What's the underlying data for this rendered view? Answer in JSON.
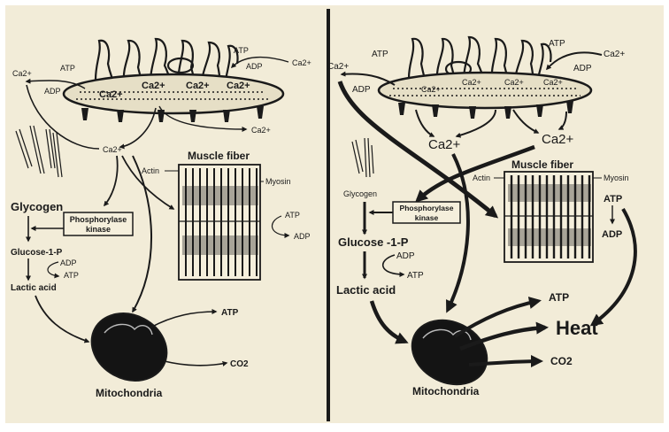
{
  "left": {
    "ca_reticulum": [
      "Ca2+",
      "Ca2+",
      "Ca2+",
      "Ca2+"
    ],
    "atp_top": "ATP",
    "adp_top": "ADP",
    "ca_top_right": "Ca2+",
    "atp_left": "ATP",
    "adp_left": "ADP",
    "ca_left": "Ca2+",
    "ca_bottom": "Ca2+",
    "ca_mid": "Ca2+",
    "glycogen": "Glycogen",
    "phosphorylase_line1": "Phosphorylase",
    "phosphorylase_line2": "kinase",
    "glucose": "Glucose-1-P",
    "adp_glu": "ADP",
    "atp_glu": "ATP",
    "lactic": "Lactic acid",
    "muscle": "Muscle fiber",
    "actin": "Actin",
    "myosin": "Myosin",
    "atp_muscle": "ATP",
    "adp_muscle": "ADP",
    "atp_mito": "ATP",
    "co2": "CO2",
    "mito": "Mitochondria"
  },
  "right": {
    "ca_reticulum": [
      "Ca2+",
      "Ca2+",
      "Ca2+",
      "Ca2+"
    ],
    "atp_top": "ATP",
    "adp_top": "ADP",
    "ca_top_right": "Ca2+",
    "atp_left": "ATP",
    "adp_left": "ADP",
    "ca_left": "Ca2+",
    "ca_big1": "Ca2+",
    "ca_big2": "Ca2+",
    "glycogen": "Glycogen",
    "phosphorylase_line1": "Phosphorylase",
    "phosphorylase_line2": "kinase",
    "glucose": "Glucose -1-P",
    "adp_glu": "ADP",
    "atp_glu": "ATP",
    "lactic": "Lactic acid",
    "muscle": "Muscle fiber",
    "actin": "Actin",
    "myosin": "Myosin",
    "atp_muscle": "ATP",
    "adp_muscle": "ADP",
    "atp_mito": "ATP",
    "heat": "Heat",
    "co2": "CO2",
    "mito": "Mitochondria"
  },
  "colors": {
    "background": "#f2ecd8",
    "ink": "#1a1a1a"
  }
}
